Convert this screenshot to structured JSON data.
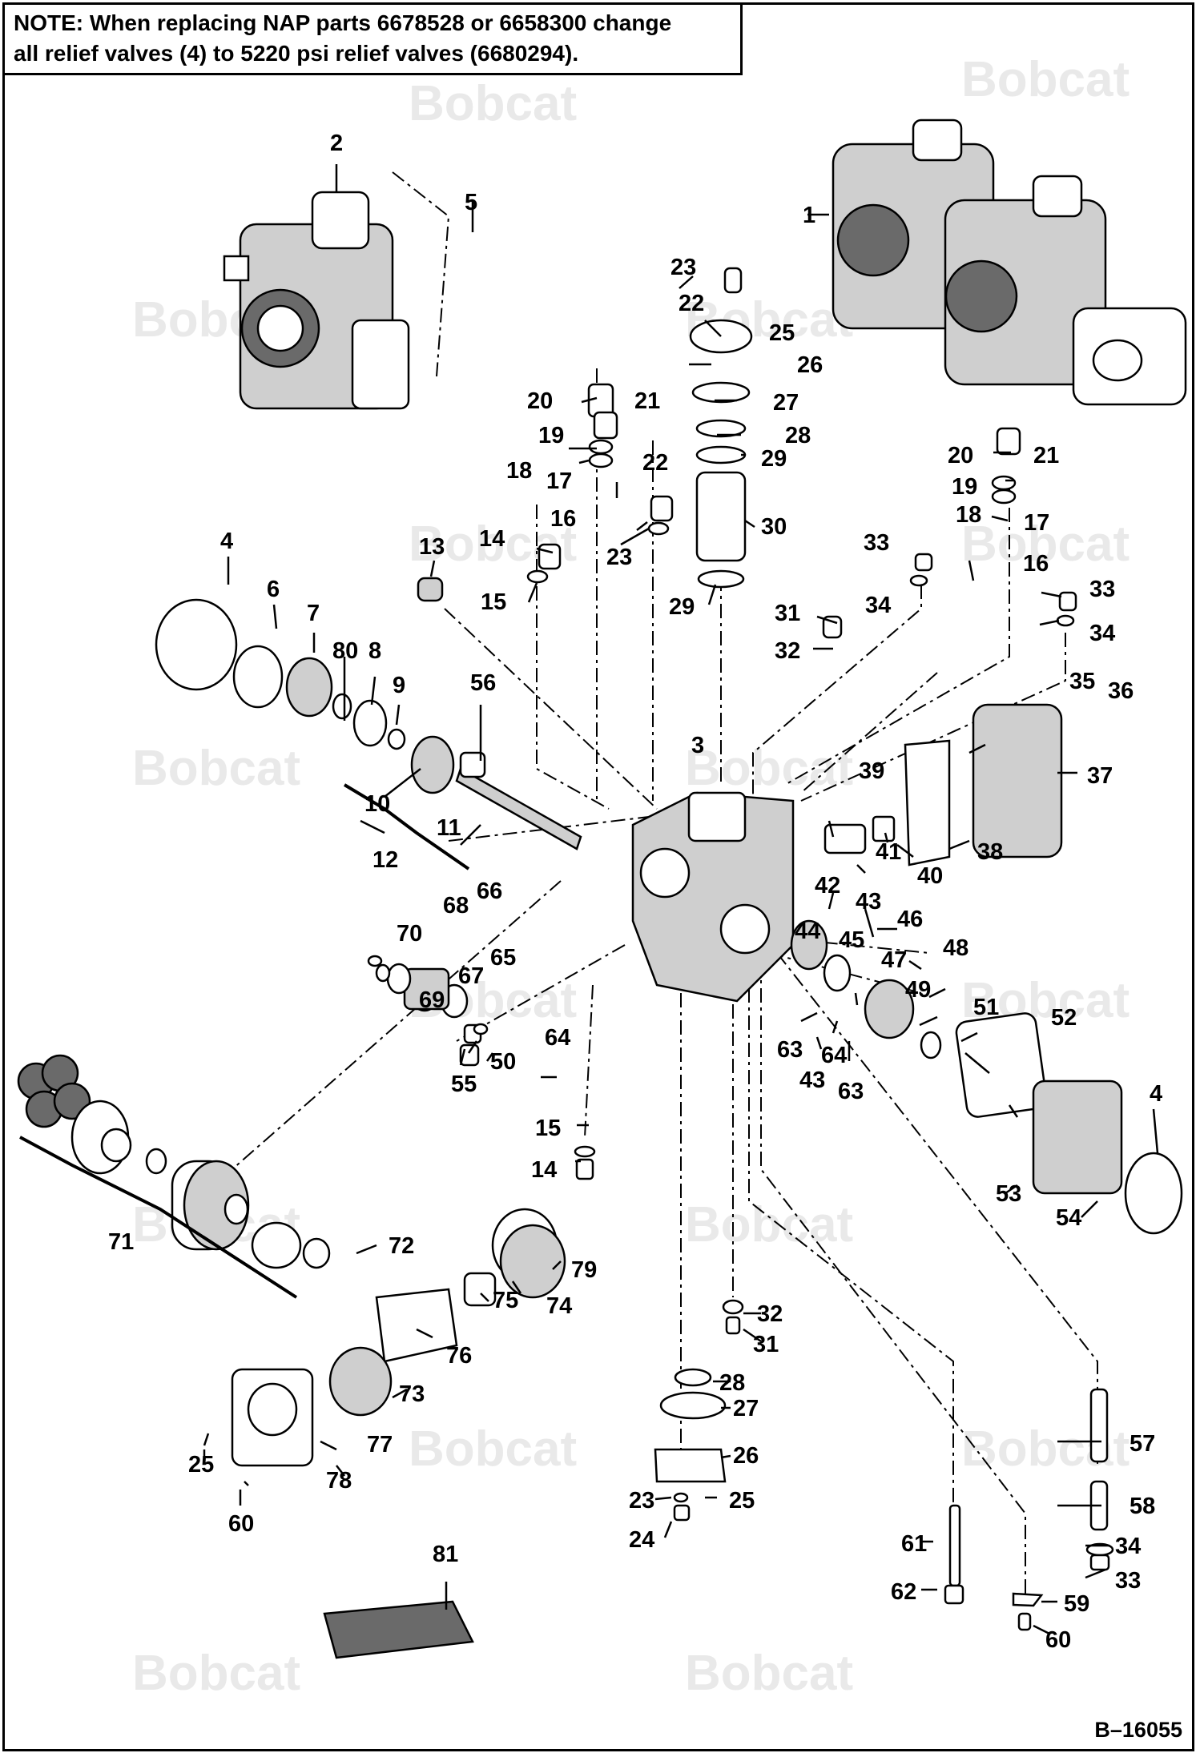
{
  "note": {
    "line1": "NOTE: When replacing NAP parts 6678528 or 6658300 change",
    "line2": "all relief valves (4) to 5220 psi relief valves (6680294)."
  },
  "watermark": "Bobcat",
  "doc_id": "B–16055",
  "colors": {
    "ink": "#000000",
    "watermark": "#e9e9e9",
    "background": "#ffffff"
  },
  "labels": {
    "p1": "1",
    "p2": "2",
    "p3": "3",
    "p4a": "4",
    "p4b": "4",
    "p5": "5",
    "p6": "6",
    "p7": "7",
    "p8": "8",
    "p9": "9",
    "p10": "10",
    "p11": "11",
    "p12": "12",
    "p13": "13",
    "p14a": "14",
    "p14b": "14",
    "p15a": "15",
    "p15b": "15",
    "p16a": "16",
    "p16b": "16",
    "p17a": "17",
    "p17b": "17",
    "p18a": "18",
    "p18b": "18",
    "p19a": "19",
    "p19b": "19",
    "p20a": "20",
    "p20b": "20",
    "p21a": "21",
    "p21b": "21",
    "p22a": "22",
    "p22b": "22",
    "p23a": "23",
    "p23b": "23",
    "p23c": "23",
    "p24": "24",
    "p25a": "25",
    "p25b": "25",
    "p25c": "25",
    "p26a": "26",
    "p26b": "26",
    "p27a": "27",
    "p27b": "27",
    "p28a": "28",
    "p28b": "28",
    "p29a": "29",
    "p29b": "29",
    "p30": "30",
    "p31a": "31",
    "p31b": "31",
    "p32a": "32",
    "p32b": "32",
    "p33a": "33",
    "p33b": "33",
    "p33c": "33",
    "p34a": "34",
    "p34b": "34",
    "p34c": "34",
    "p35": "35",
    "p36": "36",
    "p37": "37",
    "p38": "38",
    "p39": "39",
    "p40": "40",
    "p41": "41",
    "p42": "42",
    "p43a": "43",
    "p43b": "43",
    "p44": "44",
    "p45": "45",
    "p46": "46",
    "p47": "47",
    "p48": "48",
    "p49": "49",
    "p50": "50",
    "p51": "51",
    "p52": "52",
    "p53": "53",
    "p54": "54",
    "p55": "55",
    "p56": "56",
    "p57": "57",
    "p58": "58",
    "p59": "59",
    "p60a": "60",
    "p60b": "60",
    "p61": "61",
    "p62": "62",
    "p63a": "63",
    "p63b": "63",
    "p64a": "64",
    "p64b": "64",
    "p65": "65",
    "p66": "66",
    "p67": "67",
    "p68": "68",
    "p69": "69",
    "p70": "70",
    "p71": "71",
    "p72": "72",
    "p73": "73",
    "p74": "74",
    "p75": "75",
    "p76": "76",
    "p77": "77",
    "p78": "78",
    "p79": "79",
    "p80": "80",
    "p81": "81"
  }
}
